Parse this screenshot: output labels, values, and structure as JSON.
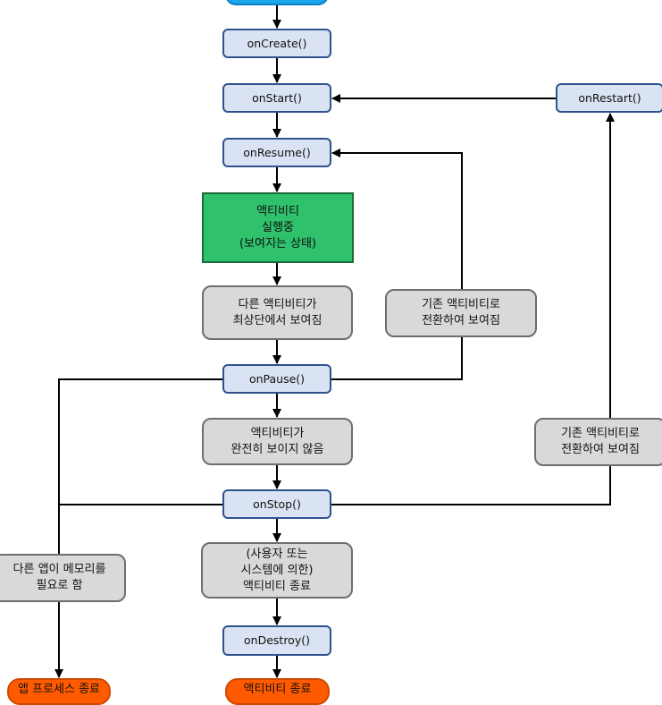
{
  "nodes": {
    "onCreate": "onCreate()",
    "onStart": "onStart()",
    "onResume": "onResume()",
    "onRestart": "onRestart()",
    "running": "액티비티\n실행중\n(보여지는 상태)",
    "other_top": "다른 액티비티가\n최상단에서 보여짐",
    "back_to_1": "기존 액티비티로\n전환하여 보여짐",
    "onPause": "onPause()",
    "not_visible": "액티비티가\n완전히 보이지 않음",
    "back_to_2": "기존 액티비티로\n전환하여 보여짐",
    "onStop": "onStop()",
    "memory": "다른 앱이 메모리를\n필요로 함",
    "finish": "(사용자 또는\n시스템에 의한)\n액티비티 종료",
    "onDestroy": "onDestroy()",
    "process_killed": "앱 프로세스 종료",
    "shutdown": "액티비티 종료"
  }
}
